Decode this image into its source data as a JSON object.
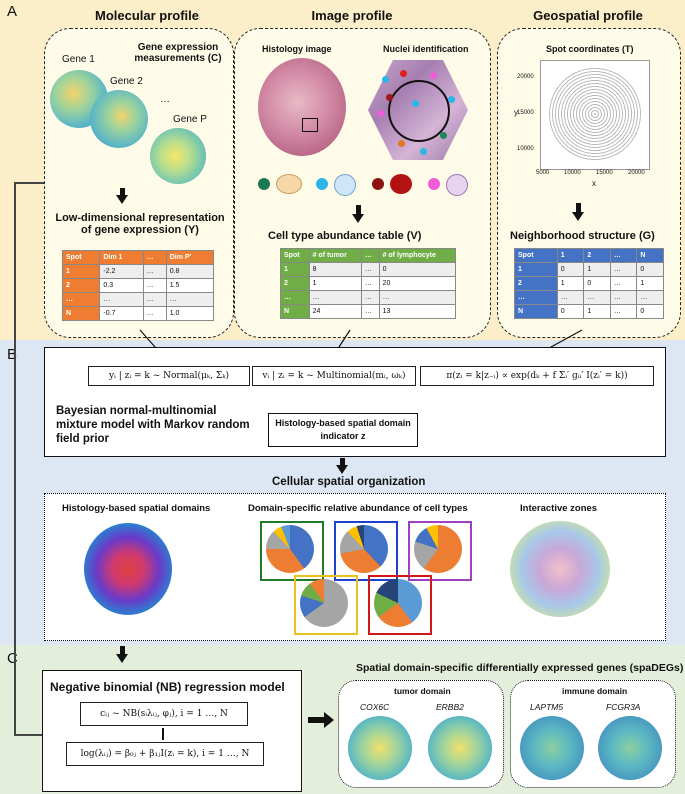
{
  "panels": {
    "a": "A",
    "b": "B",
    "c": "C"
  },
  "colors": {
    "panel_a_bg": "#fbeec8",
    "panel_b_bg": "#dde6f3",
    "panel_c_bg": "#e3eedb",
    "orange": "#ee7d31",
    "green": "#70ad47",
    "blue": "#4472c4"
  },
  "molecular": {
    "title": "Molecular profile",
    "gene1": "Gene 1",
    "gene2": "Gene 2",
    "geneP": "Gene P",
    "ellipsis": "…",
    "gex_label": "Gene expression measurements (C)",
    "low_dim_label": "Low-dimensional representation of gene expression (Y)",
    "table": {
      "header": [
        "Spot",
        "Dim 1",
        "…",
        "Dim P′"
      ],
      "rows": [
        [
          "1",
          "-2.2",
          "…",
          "0.8"
        ],
        [
          "2",
          "0.3",
          "…",
          "1.5"
        ],
        [
          "…",
          "…",
          "…",
          "…"
        ],
        [
          "N",
          "-0.7",
          "…",
          "1.0"
        ]
      ]
    }
  },
  "image": {
    "title": "Image profile",
    "histology_label": "Histology image",
    "nuclei_label": "Nuclei identification",
    "abundance_label": "Cell type abundance table (V)",
    "table": {
      "header": [
        "Spot",
        "# of tumor",
        "…",
        "# of lymphocyte"
      ],
      "rows": [
        [
          "1",
          "8",
          "…",
          "0"
        ],
        [
          "2",
          "1",
          "…",
          "20"
        ],
        [
          "…",
          "…",
          "…",
          "…"
        ],
        [
          "N",
          "24",
          "…",
          "13"
        ]
      ]
    }
  },
  "geospatial": {
    "title": "Geospatial profile",
    "spot_label": "Spot coordinates (T)",
    "neighborhood_label": "Neighborhood structure (G)",
    "scatter": {
      "ylabel": "y",
      "xlabel": "x",
      "yticks": [
        "20000",
        "15000",
        "10000"
      ],
      "xticks": [
        "5000",
        "10000",
        "15000",
        "20000"
      ]
    },
    "table": {
      "header": [
        "Spot",
        "1",
        "2",
        "…",
        "N"
      ],
      "rows": [
        [
          "1",
          "0",
          "1",
          "…",
          "0"
        ],
        [
          "2",
          "1",
          "0",
          "…",
          "1"
        ],
        [
          "…",
          "…",
          "…",
          "…",
          "…"
        ],
        [
          "N",
          "0",
          "1",
          "…",
          "0"
        ]
      ]
    }
  },
  "model": {
    "eq_normal": "yᵢ | zᵢ = k ~ Normal(μₖ, Σₖ)",
    "eq_multinomial": "vᵢ | zᵢ = k ~ Multinomial(mᵢ, ωₖ)",
    "eq_mrf": "π(zᵢ = k|z₋ᵢ) ∝ exp(dₖ + f Σᵢ′ gᵢᵢ′ I(zᵢ′ = k))",
    "description": "Bayesian normal-multinomial mixture model with Markov random field prior",
    "indicator": "Histology-based spatial domain indicator z"
  },
  "cellular": {
    "title": "Cellular spatial organization",
    "domains_label": "Histology-based spatial domains",
    "abundance_label": "Domain-specific relative abundance of cell types",
    "zones_label": "Interactive zones"
  },
  "regression": {
    "title": "Negative binomial (NB) regression model",
    "eq_nb": "cᵢⱼ ~ NB(sᵢλᵢⱼ, φⱼ), i = 1 …, N",
    "eq_log": "log(λᵢⱼ) = β₀ⱼ + β₁ⱼI(zᵢ = k), i = 1 …, N"
  },
  "spadegs": {
    "title": "Spatial domain-specific differentially expressed genes (spaDEGs)",
    "tumor_domain": "tumor domain",
    "immune_domain": "immune domain",
    "genes": [
      "COX6C",
      "ERBB2",
      "LAPTM5",
      "FCGR3A"
    ]
  }
}
